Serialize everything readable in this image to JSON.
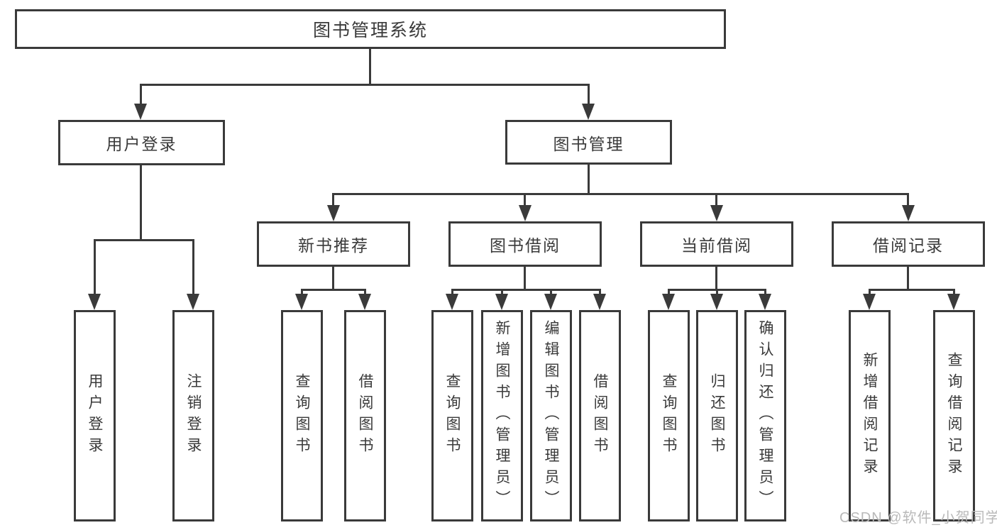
{
  "diagram": {
    "type": "tree",
    "root": {
      "label": "图书管理系统"
    },
    "level2": {
      "user_login": {
        "label": "用户登录"
      },
      "book_mgmt": {
        "label": "图书管理"
      }
    },
    "level3": {
      "new_book": {
        "label": "新书推荐"
      },
      "book_borrow": {
        "label": "图书借阅"
      },
      "current_borrow": {
        "label": "当前借阅"
      },
      "borrow_record": {
        "label": "借阅记录"
      }
    },
    "leaves": {
      "user_login": [
        "用户登录",
        "注销登录"
      ],
      "new_book": [
        "查询图书",
        "借阅图书"
      ],
      "book_borrow": [
        "查询图书",
        "新增图书（管理员）",
        "编辑图书（管理员）",
        "借阅图书"
      ],
      "current_borrow": [
        "查询图书",
        "归还图书",
        "确认归还（管理员）"
      ],
      "borrow_record": [
        "新增借阅记录",
        "查询借阅记录"
      ]
    },
    "colors": {
      "line": "#3a3a3a",
      "text": "#3a3a3a",
      "background": "#ffffff",
      "watermark": "#b9b9b9"
    }
  },
  "watermark": "CSDN @软件_小贺同学"
}
